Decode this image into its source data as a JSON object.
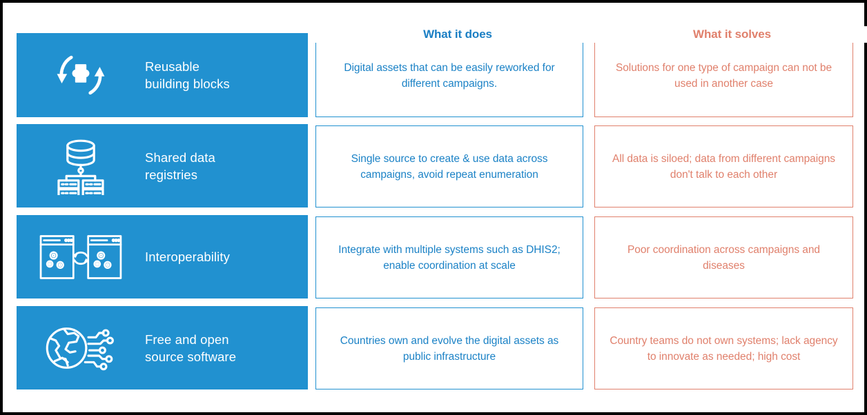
{
  "figure": {
    "title": "Digital public goods comparison table",
    "columns": [
      {
        "key": "feature",
        "label": ""
      },
      {
        "key": "does",
        "label": "What it does"
      },
      {
        "key": "solves",
        "label": "What it solves"
      }
    ],
    "colors": {
      "blue": "#2191d0",
      "blue_text": "#1b82c6",
      "blue_header": "#1b7fc4",
      "salmon": "#e0806c",
      "frame": "#000000",
      "background": "#ffffff",
      "icon": "#ffffff"
    }
  },
  "rows": [
    {
      "icon": "reusable-blocks-icon",
      "feature_line1": "Reusable",
      "feature_line2": "building blocks",
      "does": "Digital assets that can be easily reworked for different campaigns.",
      "solves": "Solutions for one type of campaign can not be used in another case"
    },
    {
      "icon": "shared-data-registry-icon",
      "feature_line1": "Shared data",
      "feature_line2": "registries",
      "does": "Single source to create & use data across campaigns, avoid repeat enumeration",
      "solves": "All data is siloed; data from different campaigns don't talk to each other"
    },
    {
      "icon": "interoperability-icon",
      "feature_line1": "Interoperability",
      "feature_line2": "",
      "does": "Integrate with multiple systems such as DHIS2; enable coordination at scale",
      "solves": "Poor coordination across campaigns and diseases"
    },
    {
      "icon": "open-source-globe-icon",
      "feature_line1": "Free and open",
      "feature_line2": "source software",
      "does": "Countries own and evolve the digital assets as public infrastructure",
      "solves": "Country teams do not own systems; lack agency to innovate as needed; high cost"
    }
  ]
}
